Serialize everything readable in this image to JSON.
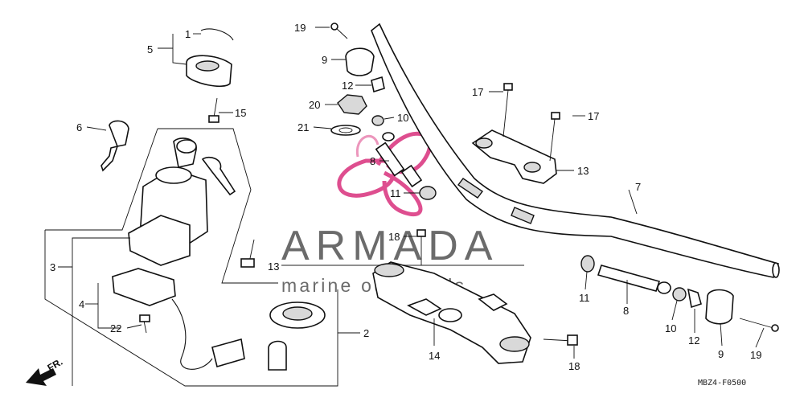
{
  "watermark": {
    "brand": "ARMADA",
    "tagline": "marine outboards",
    "logo_color": "#d9307c",
    "text_color": "#6b6b6b"
  },
  "diagram_code": "MBZ4-F0500",
  "direction_label": "FR.",
  "callouts": [
    "1",
    "5",
    "15",
    "6",
    "3",
    "4",
    "22",
    "2",
    "13",
    "19",
    "9",
    "12",
    "20",
    "10",
    "21",
    "8",
    "11",
    "17",
    "17",
    "13",
    "7",
    "18",
    "14",
    "18",
    "11",
    "8",
    "10",
    "12",
    "9",
    "19"
  ]
}
